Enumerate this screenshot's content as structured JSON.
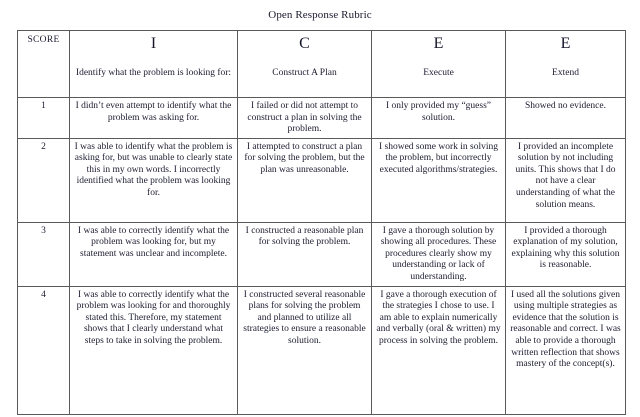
{
  "document": {
    "title": "Open Response Rubric"
  },
  "table": {
    "score_header": "SCORE",
    "columns": [
      {
        "letter": "I",
        "name": "Identify what the problem is looking for:"
      },
      {
        "letter": "C",
        "name": "Construct A Plan"
      },
      {
        "letter": "E",
        "name": "Execute"
      },
      {
        "letter": "E",
        "name": "Extend"
      }
    ],
    "rows": [
      {
        "score": "1",
        "identify": "I didn’t even attempt to identify what the problem was asking for.",
        "construct": "I failed or did not attempt to construct a plan in solving the problem.",
        "execute": "I only provided my “guess” solution.",
        "extend": "Showed no evidence."
      },
      {
        "score": "2",
        "identify": "I was able to identify what the problem is asking for, but was unable to clearly state this in my own words.  I incorrectly identified what the problem was looking for.",
        "construct": "I attempted to construct a plan for solving the problem, but the plan was unreasonable.",
        "execute": "I showed some work in solving the problem, but incorrectly executed algorithms/strategies.",
        "extend": "I provided an incomplete solution by not including units.  This shows that I do not have a clear understanding of what the solution means."
      },
      {
        "score": "3",
        "identify": "I was able to correctly identify what the problem was looking for, but my statement was unclear and incomplete.",
        "construct": "I constructed a reasonable plan for solving the problem.",
        "execute": "I gave a thorough solution by showing all procedures.  These procedures clearly show my understanding or lack of understanding.",
        "extend": "I provided a thorough explanation of my solution, explaining why this solution is reasonable."
      },
      {
        "score": "4",
        "identify": "I was able to correctly identify what the problem was looking for and thoroughly stated this.  Therefore, my statement shows that I clearly understand what steps to take in solving the problem.",
        "construct": "I constructed several reasonable plans for solving the problem and planned to utilize all strategies to ensure a reasonable solution.",
        "execute": "I gave a thorough execution of the strategies I chose to use.  I am able to explain numerically and verbally (oral & written) my process in solving the problem.",
        "extend": "I used all the solutions given using multiple strategies as evidence that the solution is reasonable and correct. I was able to provide a thorough written reflection that shows mastery of the concept(s)."
      }
    ]
  }
}
